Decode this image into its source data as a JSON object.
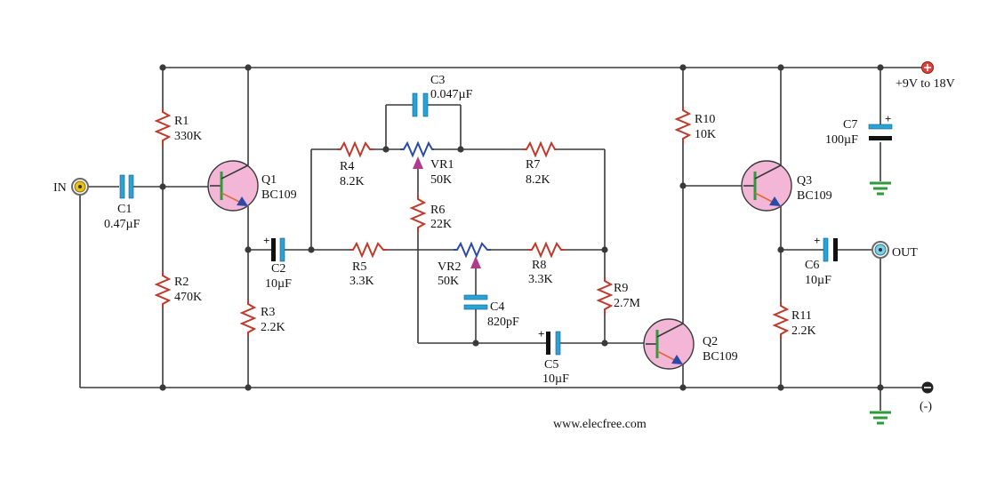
{
  "labels": {
    "r1": "R1",
    "r1v": "330K",
    "r2": "R2",
    "r2v": "470K",
    "r3": "R3",
    "r3v": "2.2K",
    "r4": "R4",
    "r4v": "8.2K",
    "r5": "R5",
    "r5v": "3.3K",
    "r6": "R6",
    "r6v": "22K",
    "r7": "R7",
    "r7v": "8.2K",
    "r8": "R8",
    "r8v": "3.3K",
    "r9": "R9",
    "r9v": "2.7M",
    "r10": "R10",
    "r10v": "10K",
    "r11": "R11",
    "r11v": "2.2K",
    "vr1": "VR1",
    "vr1v": "50K",
    "vr2": "VR2",
    "vr2v": "50K",
    "c1": "C1",
    "c1v": "0.47µF",
    "c2": "C2",
    "c2v": "10µF",
    "c3": "C3",
    "c3v": "0.047µF",
    "c4": "C4",
    "c4v": "820pF",
    "c5": "C5",
    "c5v": "10µF",
    "c6": "C6",
    "c6v": "10µF",
    "c7": "C7",
    "c7v": "100µF",
    "q1": "Q1",
    "q1v": "BC109",
    "q2": "Q2",
    "q2v": "BC109",
    "q3": "Q3",
    "q3v": "BC109",
    "in": "IN",
    "out": "OUT",
    "supply": "+9V to 18V",
    "neg": "(-)",
    "website": "www.elecfree.com"
  },
  "colors": {
    "wire": "#3a3a3a",
    "resistor": "#c0392b",
    "potentiometer": "#2b4aa8",
    "capacitor": "#29a3d6",
    "transistor_fill": "#f4b6d6",
    "ground": "#2e9a3a"
  }
}
